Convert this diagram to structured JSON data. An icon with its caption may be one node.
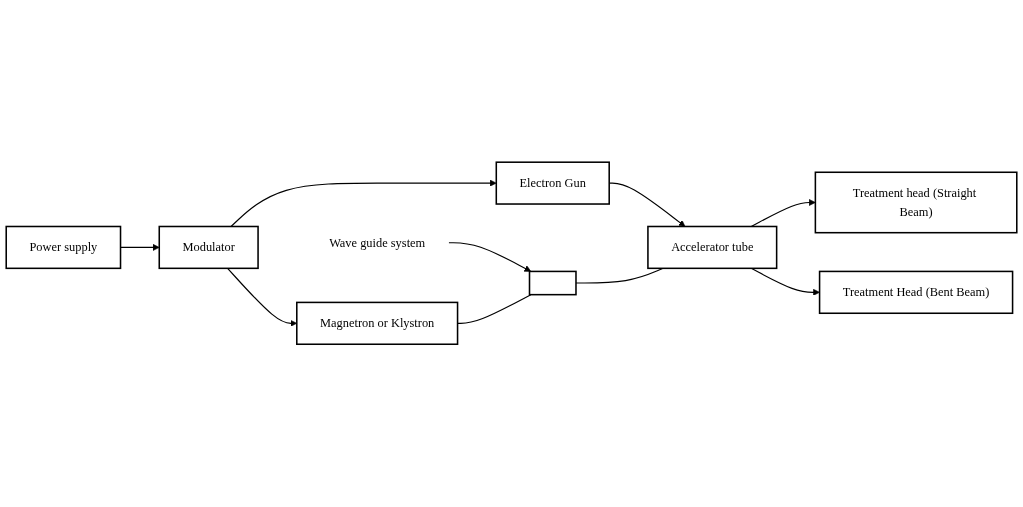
{
  "diagram": {
    "nodes": [
      {
        "text": [
          "Electron Gun"
        ]
      },
      {
        "text": [
          "Accelerator tube"
        ]
      },
      {
        "text": [
          "Treatment head (Straight Beam)"
        ]
      },
      {
        "text": [
          "Wave guide system"
        ]
      },
      {
        "text": [],
        "shape": "box"
      },
      {
        "text": [
          "Modulator"
        ]
      },
      {
        "text": [
          "Magnetron or Klystron"
        ]
      },
      {
        "text": [
          "Treatment Head (Bent Beam)"
        ]
      },
      {
        "text": [
          "Power supply"
        ]
      }
    ],
    "edges": [
      {
        "from": 0,
        "to": 1,
        "arrow": "to"
      },
      {
        "from": 1,
        "to": 2,
        "arrow": "to"
      },
      {
        "from": 1,
        "to": 7,
        "arrow": "to"
      },
      {
        "from": 3,
        "to": 4,
        "arrow": "to"
      },
      {
        "from": 4,
        "to": 1,
        "arrow": "none"
      },
      {
        "from": 6,
        "to": 4,
        "arrow": "none"
      },
      {
        "from": 5,
        "to": 0,
        "arrow": "to"
      },
      {
        "from": 5,
        "to": 6,
        "arrow": "to"
      },
      {
        "from": 8,
        "to": 5,
        "arrow": "to"
      }
    ]
  }
}
